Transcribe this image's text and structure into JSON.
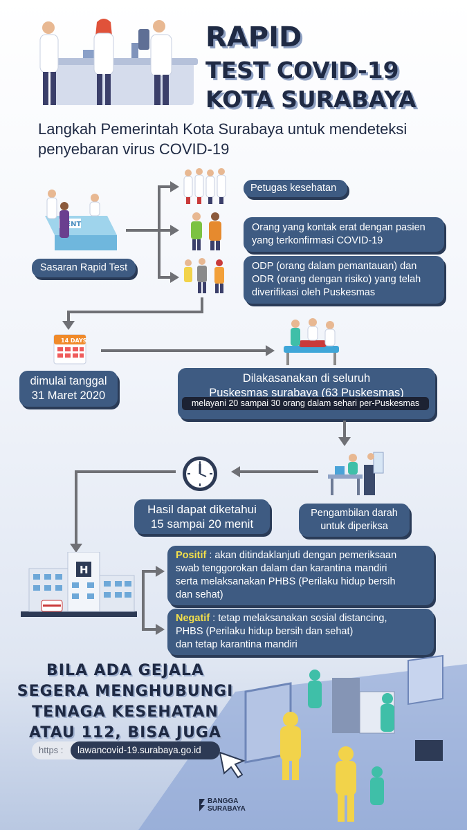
{
  "title": {
    "line1": "RAPID",
    "line2": "TEST COVID-19",
    "line3": "KOTA SURABAYA"
  },
  "subtitle": {
    "line1": "Langkah Pemerintah Kota Surabaya untuk mendeteksi",
    "line2": "penyebaran virus COVID-19"
  },
  "targets": {
    "label": "Sasaran Rapid Test",
    "clinic_sign": "DENT",
    "items": [
      {
        "text": "Petugas kesehatan"
      },
      {
        "line1": "Orang yang kontak erat dengan pasien",
        "line2": "yang terkonfirmasi COVID-19"
      },
      {
        "line1": "ODP (orang dalam pemantauan) dan",
        "line2": "ODR (orang dengan risiko) yang telah",
        "line3": "diverifikasi oleh Puskesmas"
      }
    ]
  },
  "schedule": {
    "calendar_label": "14 DAYS",
    "start_line1": "dimulai tanggal",
    "start_line2": "31 Maret 2020",
    "venue_line1": "Dilakasanakan di seluruh",
    "venue_line2": "Puskesmas surabaya (63 Puskesmas)",
    "capacity": "melayani 20 sampai 30 orang dalam sehari per-Puskesmas"
  },
  "process": {
    "sampling_line1": "Pengambilan darah",
    "sampling_line2": "untuk diperiksa",
    "result_line1": "Hasil dapat diketahui",
    "result_line2": "15 sampai 20 menit",
    "hospital_sign": "H"
  },
  "results": {
    "positive_label": "Positif",
    "positive_line1": " : akan ditindaklanjuti dengan pemeriksaan",
    "positive_line2": "swab tenggorokan dalam dan karantina mandiri",
    "positive_line3": "serta melaksanakan PHBS (Perilaku hidup bersih",
    "positive_line4": "dan sehat)",
    "negative_label": "Negatif",
    "negative_line1": " : tetap melaksanakan sosial distancing,",
    "negative_line2": "PHBS (Perilaku hidup bersih dan sehat)",
    "negative_line3": "dan tetap karantina mandiri"
  },
  "cta": {
    "line1": "BILA ADA GEJALA",
    "line2": "SEGERA MENGHUBUNGI",
    "line3": "TENAGA KESEHATAN",
    "line4": "ATAU 112, BISA JUGA",
    "url_protocol": "https :",
    "url": "lawancovid-19.surabaya.go.id"
  },
  "brand": {
    "line1": "BANGGA",
    "line2": "SURABAYA"
  },
  "colors": {
    "pill": "#3e5b82",
    "text_dark": "#1f2a44",
    "accent_yellow": "#f4e04a",
    "connector": "#6f7075"
  }
}
